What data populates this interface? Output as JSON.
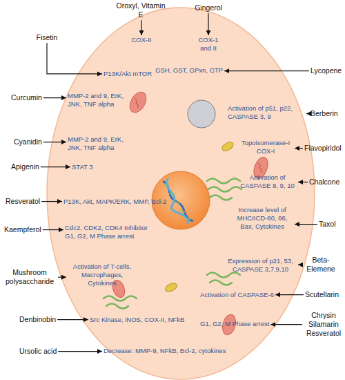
{
  "diagram": {
    "nodes": [
      {
        "text": []
      },
      {
        "text": [
          "Oroxyl, Vitamin E"
        ]
      },
      {
        "text": [
          "COX-II"
        ],
        "in": 0
      },
      {
        "text": [
          "Gingerol"
        ]
      },
      {
        "text": [
          "COX-1 and II"
        ],
        "in": 0
      },
      {
        "text": [
          "Fisetin"
        ]
      },
      {
        "text": [
          "P13K/Akt mTOR"
        ],
        "in": 0
      },
      {
        "text": [
          "Lycopene"
        ]
      },
      {
        "text": [
          "GSH, GST, GPxn, GTP"
        ],
        "in": 0
      },
      {
        "text": [
          "Curcumin"
        ]
      },
      {
        "text": [
          "MMP-2 and 9, ErK, JNK, TNF alpha"
        ],
        "in": 0
      },
      {
        "text": [
          "Berberin"
        ]
      },
      {
        "text": [
          "Activation of p51, p22, CASPASE 3, 9"
        ],
        "in": 0
      },
      {
        "text": [
          "Cyanidin"
        ]
      },
      {
        "text": [
          "MMP-2 and 9, ErK, JNK, TNF alpha"
        ],
        "in": 0
      },
      {
        "text": [
          "Flavopiridol"
        ]
      },
      {
        "text": [
          "Topoisomerase-I COX-I"
        ],
        "in": 0
      },
      {
        "text": [
          "Apigenin"
        ]
      },
      {
        "text": [
          "STAT 3"
        ],
        "in": 0
      },
      {
        "text": [
          "Chalcone"
        ]
      },
      {
        "text": [
          "Activation of CASPASE 8, 9, 10"
        ],
        "in": 0
      },
      {
        "text": [
          "Resveratol"
        ]
      },
      {
        "text": [
          "P13K, Akt, MAPK/ERK, MMP, Bcl-2"
        ],
        "in": 0
      },
      {
        "text": [
          "Taxol"
        ]
      },
      {
        "text": [
          "Increase level of MHCIICD-80, 86, Bax, Cytokines"
        ],
        "in": 0
      },
      {
        "text": [
          "Kaempferol"
        ]
      },
      {
        "text": [
          "Cdc2, CDK2, CDK4 Inhibitor G1, G2, M Phase arrest"
        ],
        "in": 0
      },
      {
        "text": [
          "Beta-Elemene"
        ]
      },
      {
        "text": [
          "Expression of p21, 53, CASPASE 3,7,9,10"
        ],
        "in": 0
      },
      {
        "text": [
          "Mushroom polysaccharide"
        ]
      },
      {
        "text": [
          "Activation of T-cells, Macrophages, Cytokines"
        ],
        "in": 0
      },
      {
        "text": [
          "Scutellarin"
        ]
      },
      {
        "text": [
          "Activation of CASPASE-6"
        ],
        "in": 0
      },
      {
        "text": [
          "Chrysin Silamarin Resveratol"
        ]
      },
      {
        "text": [
          "G1, G2, M Phase arrest"
        ],
        "in": 0
      },
      {
        "text": [
          "Denbinobin"
        ]
      },
      {
        "text": [
          "Src Kinase, iNOS, COX-II, NFkB"
        ],
        "in": 0
      },
      {
        "text": [
          "Ursolic acid"
        ]
      },
      {
        "text": [
          "Decrease: MMP-9, NFkB, Bcl-2, cytokines"
        ],
        "in": 0
      }
    ],
    "edges": [
      {
        "from": 1,
        "to": 2,
        "arrow": "to"
      },
      {
        "from": 3,
        "to": 4,
        "arrow": "to"
      },
      {
        "from": 5,
        "to": 6,
        "arrow": "to"
      },
      {
        "from": 7,
        "to": 8,
        "arrow": "to"
      },
      {
        "from": 9,
        "to": 10,
        "arrow": "to"
      },
      {
        "from": 11,
        "to": 12,
        "arrow": "to"
      },
      {
        "from": 13,
        "to": 14,
        "arrow": "to"
      },
      {
        "from": 15,
        "to": 16,
        "arrow": "to"
      },
      {
        "from": 17,
        "to": 18,
        "arrow": "to"
      },
      {
        "from": 19,
        "to": 20,
        "arrow": "to"
      },
      {
        "from": 21,
        "to": 22,
        "arrow": "to"
      },
      {
        "from": 23,
        "to": 24,
        "arrow": "to"
      },
      {
        "from": 25,
        "to": 26,
        "arrow": "to"
      },
      {
        "from": 27,
        "to": 28,
        "arrow": "to"
      },
      {
        "from": 29,
        "to": 30,
        "arrow": "to"
      },
      {
        "from": 31,
        "to": 32,
        "arrow": "to"
      },
      {
        "from": 33,
        "to": 34,
        "arrow": "to"
      },
      {
        "from": 35,
        "to": 36,
        "arrow": "to"
      },
      {
        "from": 37,
        "to": 38,
        "arrow": "to"
      }
    ]
  }
}
